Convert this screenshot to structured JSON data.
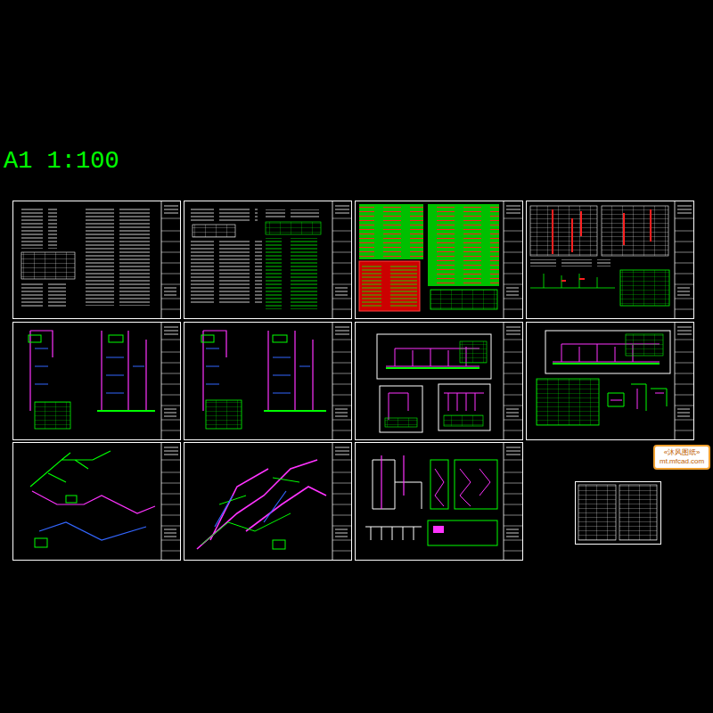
{
  "diagram": {
    "title": "A1 1:100",
    "nodes": [
      {
        "text": [
          "«沐风图纸»",
          "mt.mfcad.com"
        ]
      }
    ]
  }
}
